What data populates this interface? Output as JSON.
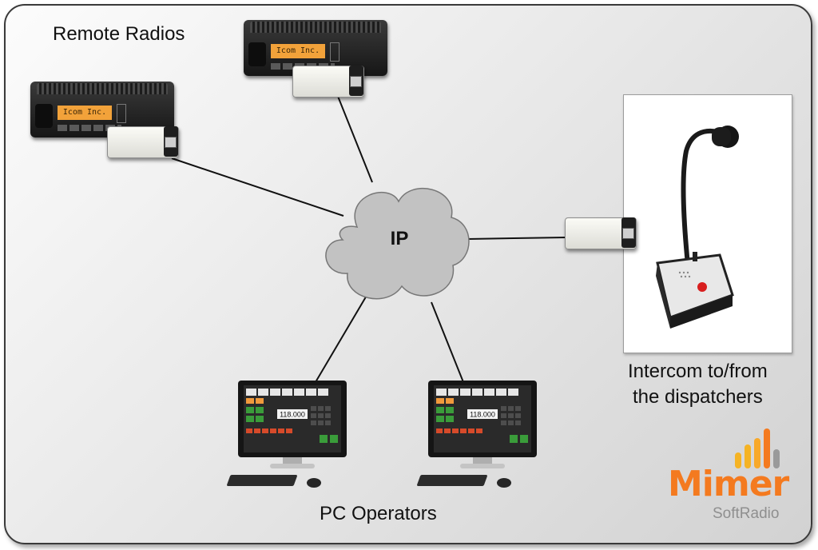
{
  "labels": {
    "remote_radios": "Remote Radios",
    "network": "IP",
    "intercom_line1": "Intercom to/from",
    "intercom_line2": "the dispatchers",
    "pc_operators": "PC Operators"
  },
  "radio_display_text": "Icom Inc.",
  "pc_screen_frequency": "118.000",
  "logo": {
    "name": "Mimer",
    "product": "SoftRadio"
  },
  "colors": {
    "logo_orange": "#f47a1f",
    "bar_yellow": "#f5b324",
    "bar_gray": "#9a9a9a",
    "lcd_amber": "#f2a23a"
  }
}
